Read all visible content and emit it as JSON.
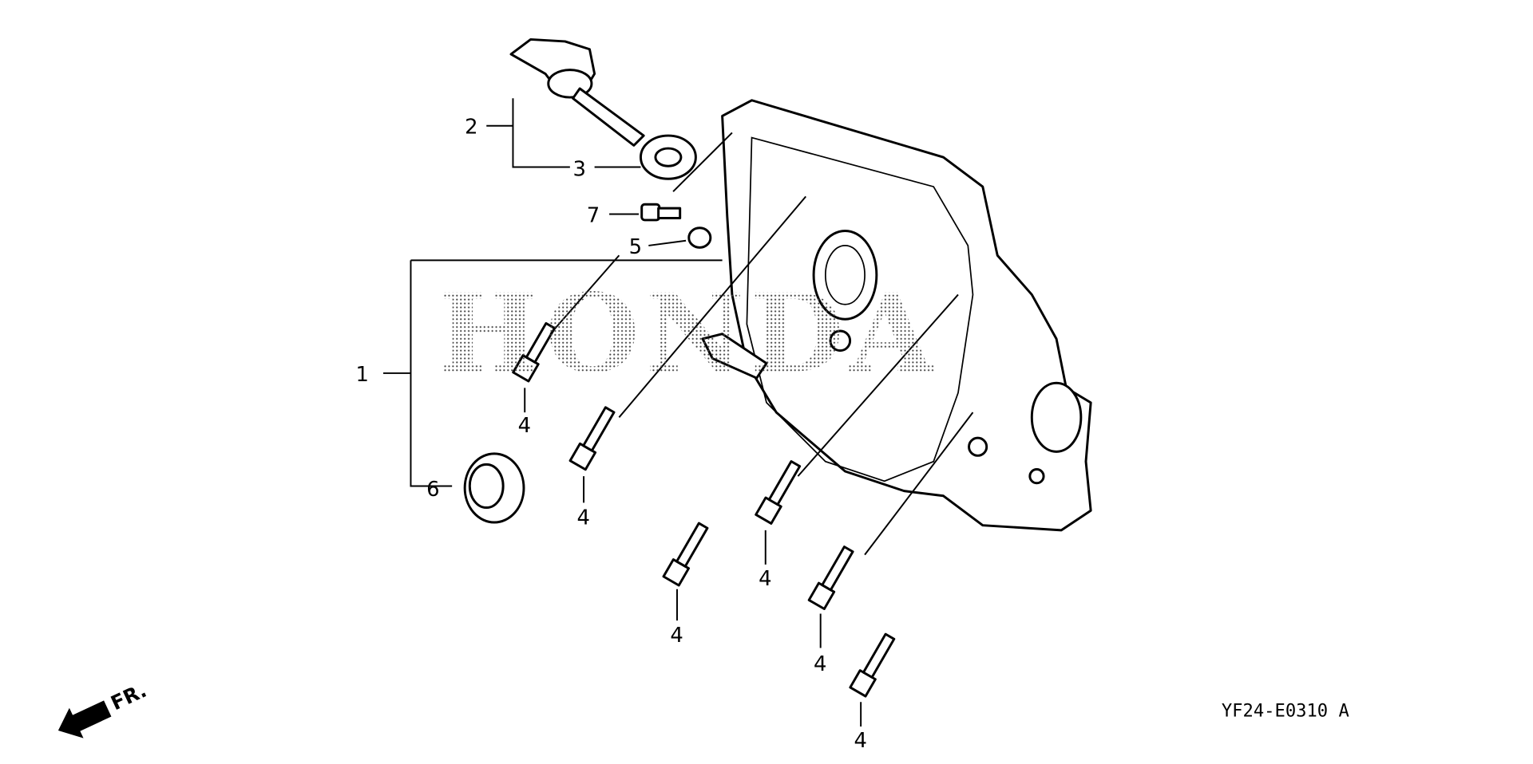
{
  "diagram": {
    "watermark": "HONDA",
    "direction_label": "FR.",
    "diagram_code": "YF24-E0310 A",
    "callouts": {
      "c1": "1",
      "c2": "2",
      "c3": "3",
      "c4a": "4",
      "c4b": "4",
      "c4c": "4",
      "c4d": "4",
      "c4e": "4",
      "c4f": "4",
      "c5": "5",
      "c6": "6",
      "c7": "7"
    },
    "colors": {
      "line": "#000000",
      "background": "#ffffff"
    }
  }
}
